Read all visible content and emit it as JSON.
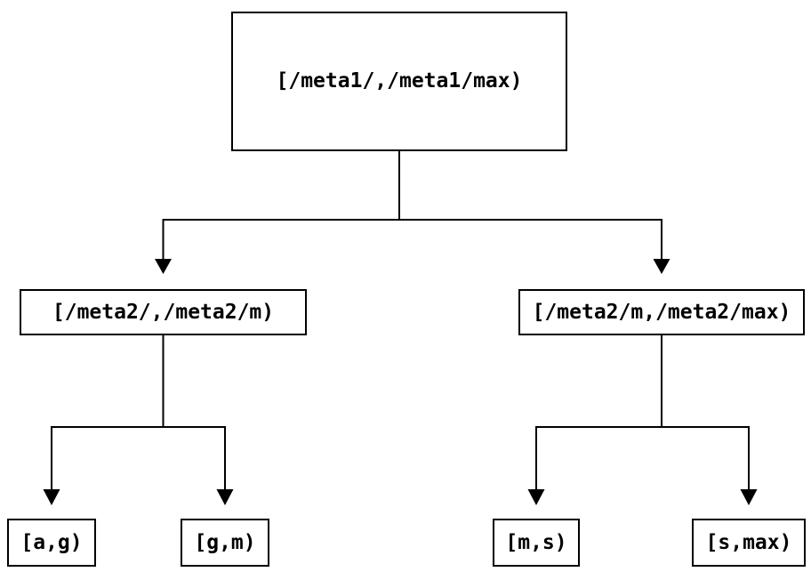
{
  "diagram": {
    "type": "tree",
    "nodes": {
      "root": {
        "label": "[/meta1/,/meta1/max)"
      },
      "meta2_left": {
        "label": "[/meta2/,/meta2/m)"
      },
      "meta2_right": {
        "label": "[/meta2/m,/meta2/max)"
      },
      "leaf_ag": {
        "label": "[a,g)"
      },
      "leaf_gm": {
        "label": "[g,m)"
      },
      "leaf_ms": {
        "label": "[m,s)"
      },
      "leaf_smax": {
        "label": "[s,max)"
      }
    },
    "edges": [
      {
        "from": "root",
        "to": "meta2_left"
      },
      {
        "from": "root",
        "to": "meta2_right"
      },
      {
        "from": "meta2_left",
        "to": "leaf_ag"
      },
      {
        "from": "meta2_left",
        "to": "leaf_gm"
      },
      {
        "from": "meta2_right",
        "to": "leaf_ms"
      },
      {
        "from": "meta2_right",
        "to": "leaf_smax"
      }
    ],
    "colors": {
      "stroke": "#000000",
      "text": "#000000",
      "background": "#ffffff"
    }
  }
}
